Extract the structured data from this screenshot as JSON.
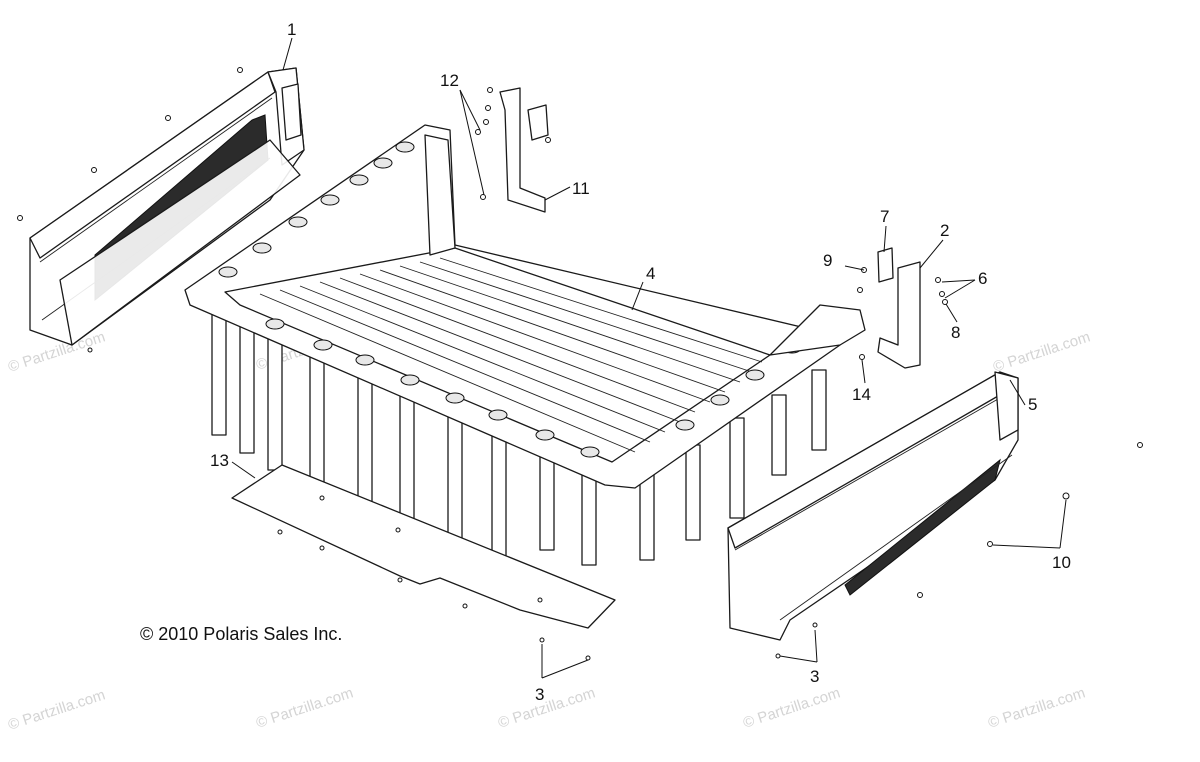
{
  "callouts": [
    "1",
    "2",
    "3",
    "3",
    "4",
    "5",
    "6",
    "7",
    "8",
    "9",
    "10",
    "11",
    "12",
    "13",
    "14"
  ],
  "copyright": "© 2010 Polaris Sales Inc.",
  "watermark": "© Partzilla.com",
  "colors": {
    "line": "#1a1a1a",
    "watermark": "#d4d4d4",
    "background": "#ffffff"
  }
}
